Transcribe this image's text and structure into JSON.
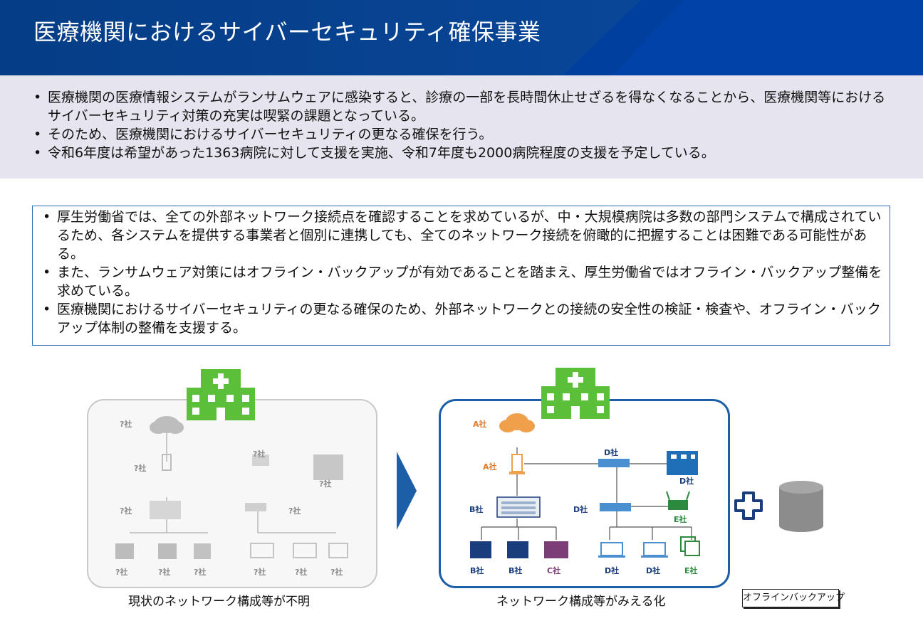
{
  "header": {
    "title": "医療機関におけるサイバーセキュリティ確保事業"
  },
  "summary": {
    "bullets": [
      "医療機関の医療情報システムがランサムウェアに感染すると、診療の一部を長時間休止せざるを得なくなることから、医療機関等におけるサイバーセキュリティ対策の充実は喫緊の課題となっている。",
      "そのため、医療機関におけるサイバーセキュリティの更なる確保を行う。",
      "令和6年度は希望があった1363病院に対して支援を実施、令和7年度も2000病院程度の支援を予定している。"
    ]
  },
  "detail": {
    "bullets": [
      "厚生労働省では、全ての外部ネットワーク接続点を確認することを求めているが、中・大規模病院は多数の部門システムで構成されているため、各システムを提供する事業者と個別に連携しても、全てのネットワーク接続を俯瞰的に把握することは困難である可能性がある。",
      "また、ランサムウェア対策にはオフライン・バックアップが有効であることを踏まえ、厚生労働省ではオフライン・バックアップ整備を求めている。",
      "医療機関におけるサイバーセキュリティの更なる確保のため、外部ネットワークとの接続の安全性の検証・検査や、オフライン・バックアップ体制の整備を支援する。"
    ]
  },
  "diagram": {
    "left_caption": "現状のネットワーク構成等が不明",
    "right_caption": "ネットワーク構成等がみえる化",
    "backup_caption": "オフラインバックアップ",
    "left_labels": {
      "cloud": "?社",
      "router": "?社",
      "server_mid": "?社",
      "server_right": "?社",
      "switch_left": "?社",
      "switch_mid": "?社",
      "dev1": "?社",
      "dev2": "?社",
      "dev3": "?社",
      "dev4": "?社",
      "dev5": "?社",
      "dev6": "?社"
    },
    "right_labels": {
      "cloud": "A社",
      "router": "A社",
      "switch_top": "D社",
      "server": "D社",
      "main_server": "B社",
      "switch_mid": "D社",
      "wifi": "E社",
      "dev1": "B社",
      "dev2": "B社",
      "dev3": "C社",
      "dev4": "D社",
      "dev5": "D社",
      "dev6": "E社"
    },
    "colors": {
      "hospital_green": "#5cbf3a",
      "panel_blue": "#1d5fa6",
      "cloud_orange": "#f0a04b",
      "device_navy": "#1a3d7c",
      "device_purple": "#7b3e77",
      "switch_blue": "#4a8fd0",
      "backup_gray": "#8c8c8c"
    }
  }
}
